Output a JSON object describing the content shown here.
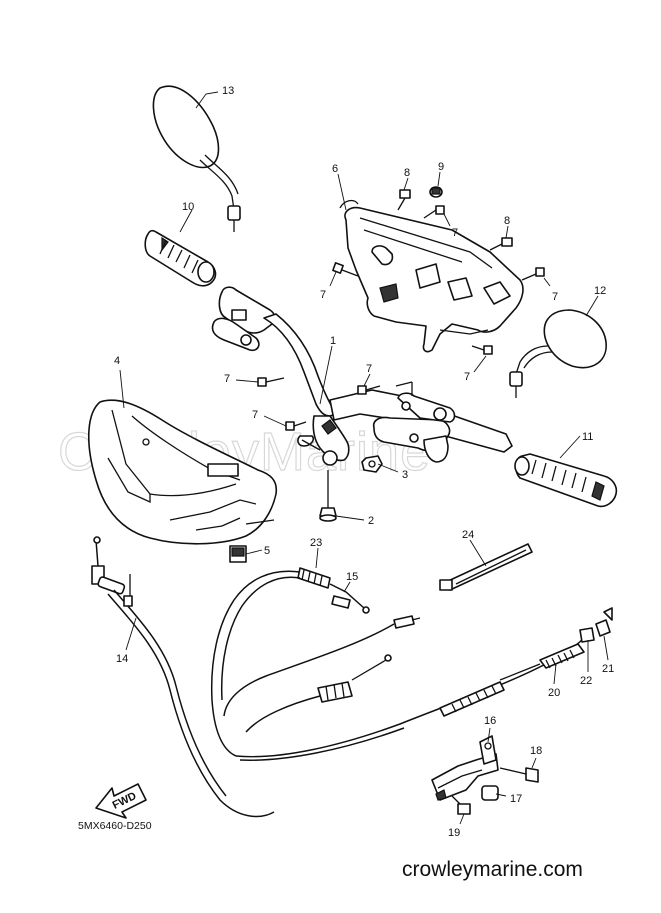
{
  "diagram": {
    "code": "5MX6460-D250",
    "footer": "crowleymarine.com",
    "watermark": "CrowleyMarine",
    "fwd_badge": "FWD",
    "callouts": [
      "1",
      "2",
      "3",
      "4",
      "5",
      "6",
      "7",
      "8",
      "9",
      "10",
      "11",
      "12",
      "13",
      "14",
      "15",
      "16",
      "17",
      "18",
      "19",
      "20",
      "21",
      "22",
      "23",
      "24"
    ]
  }
}
